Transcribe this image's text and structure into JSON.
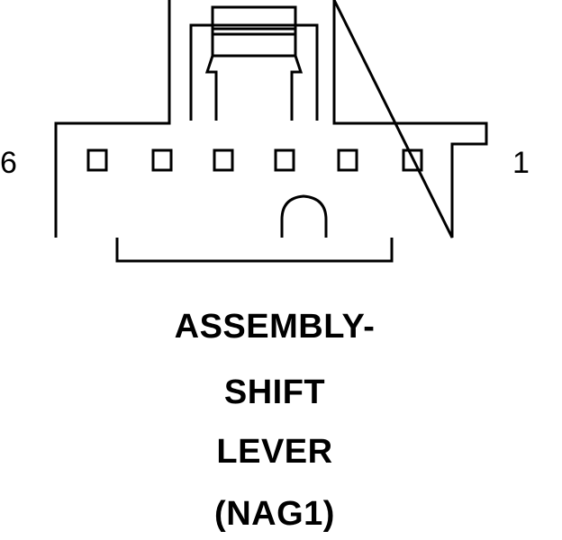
{
  "connector": {
    "pin_left_label": "6",
    "pin_right_label": "1",
    "pin_count": 6
  },
  "caption": {
    "line1": "ASSEMBLY-",
    "line2": "SHIFT",
    "line3": "LEVER",
    "line4": "(NAG1)"
  },
  "colors": {
    "stroke": "#000000",
    "background": "#ffffff"
  }
}
